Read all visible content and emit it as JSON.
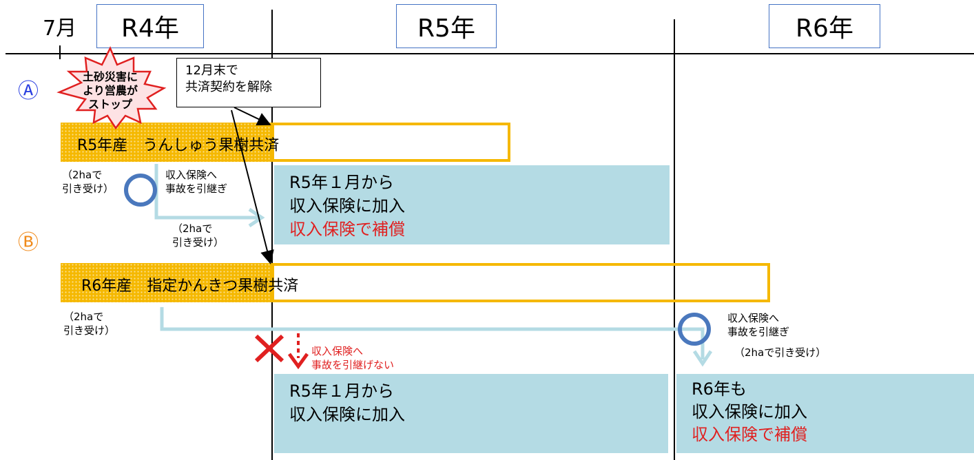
{
  "header": {
    "month_label": "7月",
    "years": [
      "R4年",
      "R5年",
      "R6年"
    ]
  },
  "markers": {
    "a": "Ⓐ",
    "b": "Ⓑ"
  },
  "disaster_burst": {
    "lines": [
      "土砂災害に",
      "より営農が",
      "ストップ"
    ]
  },
  "callout": {
    "lines": [
      "12月末で",
      "共済契約を解除"
    ]
  },
  "bar_a": {
    "label": "R5年産　うんしゅう果樹共済"
  },
  "bar_b": {
    "label": "R6年産　指定かんきつ果樹共済"
  },
  "notes": {
    "a_left": [
      "（2haで",
      "引き受け）"
    ],
    "a_transfer": [
      "収入保険へ",
      "事故を引継ぎ"
    ],
    "a_arrow_note": [
      "（2haで",
      "引き受け）"
    ],
    "b_left": [
      "（2haで",
      "引き受け）"
    ],
    "b_transfer": [
      "収入保険へ",
      "事故を引継ぎ"
    ],
    "b_arrow_note": "（2haで引き受け）",
    "no_transfer": [
      "収入保険へ",
      "事故を引継げない"
    ]
  },
  "boxes": {
    "a_r5": {
      "lines": [
        "R5年１月から",
        "収入保険に加入"
      ],
      "red": "収入保険で補償"
    },
    "b_r5": {
      "lines": [
        "R5年１月から",
        "収入保険に加入"
      ]
    },
    "b_r6": {
      "lines": [
        "R6年も",
        "収入保険に加入"
      ],
      "red": "収入保険で補償"
    }
  },
  "colors": {
    "accent_orange": "#f5b800",
    "box_blue": "#b4dbe4",
    "red": "#e02020",
    "circle_blue": "#4a78bd"
  }
}
